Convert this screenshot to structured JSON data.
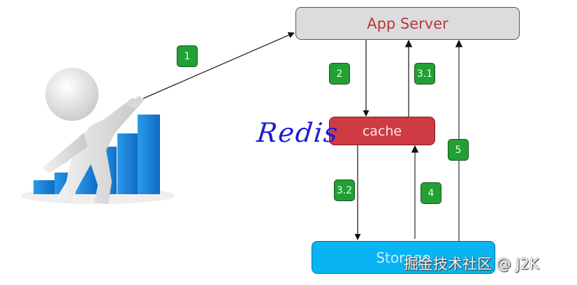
{
  "nodes": {
    "app_server": "App Server",
    "cache": "cache",
    "storage": "Storage"
  },
  "annotation": "Redis",
  "steps": {
    "s1": "1",
    "s2": "2",
    "s31": "3.1",
    "s32": "3.2",
    "s4": "4",
    "s5": "5"
  },
  "watermark": "掘金技术社区 @ J2K",
  "illustration": {
    "subject": "3D figure pointing at rising blue bar chart",
    "bar_color": "#1a7fd6"
  },
  "colors": {
    "app_server_fill": "#dcdcde",
    "cache_fill": "#cf3b42",
    "storage_fill": "#08b4f3",
    "badge_fill": "#22a033",
    "annotation": "#1a1bd8"
  }
}
